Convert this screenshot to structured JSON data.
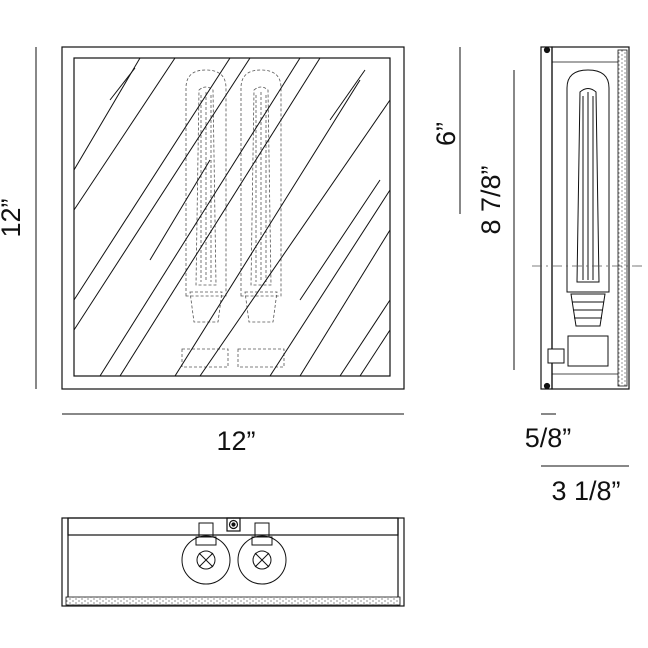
{
  "dimensions": {
    "front_height": "12”",
    "front_width": "12”",
    "side_upper": "6”",
    "side_height": "8 7/8”",
    "wall_offset": "5/8”",
    "depth": "3 1/8”"
  },
  "colors": {
    "line": "#111111",
    "hidden_line": "#555555",
    "background": "#ffffff"
  }
}
